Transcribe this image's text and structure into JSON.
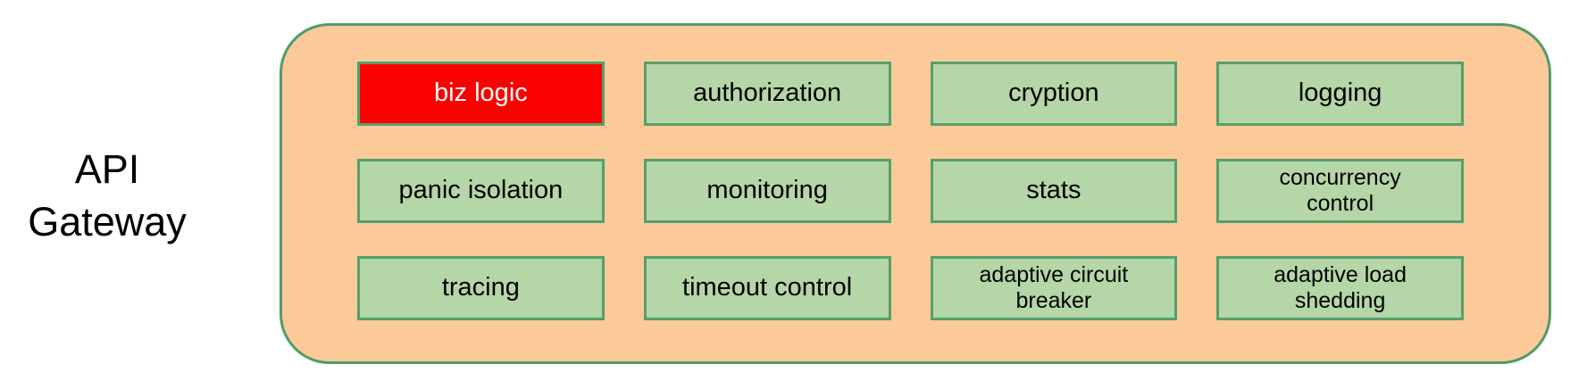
{
  "gateway": {
    "label": "API Gateway",
    "modules": [
      {
        "label": "biz logic",
        "variant": "highlight"
      },
      {
        "label": "authorization",
        "variant": "normal"
      },
      {
        "label": "cryption",
        "variant": "normal"
      },
      {
        "label": "logging",
        "variant": "normal"
      },
      {
        "label": "panic isolation",
        "variant": "normal"
      },
      {
        "label": "monitoring",
        "variant": "normal"
      },
      {
        "label": "stats",
        "variant": "normal"
      },
      {
        "label": "concurrency control",
        "variant": "normal"
      },
      {
        "label": "tracing",
        "variant": "normal"
      },
      {
        "label": "timeout control",
        "variant": "normal"
      },
      {
        "label": "adaptive circuit breaker",
        "variant": "normal"
      },
      {
        "label": "adaptive load shedding",
        "variant": "normal"
      }
    ]
  },
  "colors": {
    "container_fill": "#fcca98",
    "container_border": "#4f9c68",
    "module_fill": "#b5d6a7",
    "module_border": "#54a06c",
    "highlight_fill": "#fa0202",
    "highlight_text": "#ffffff",
    "text": "#000000"
  }
}
